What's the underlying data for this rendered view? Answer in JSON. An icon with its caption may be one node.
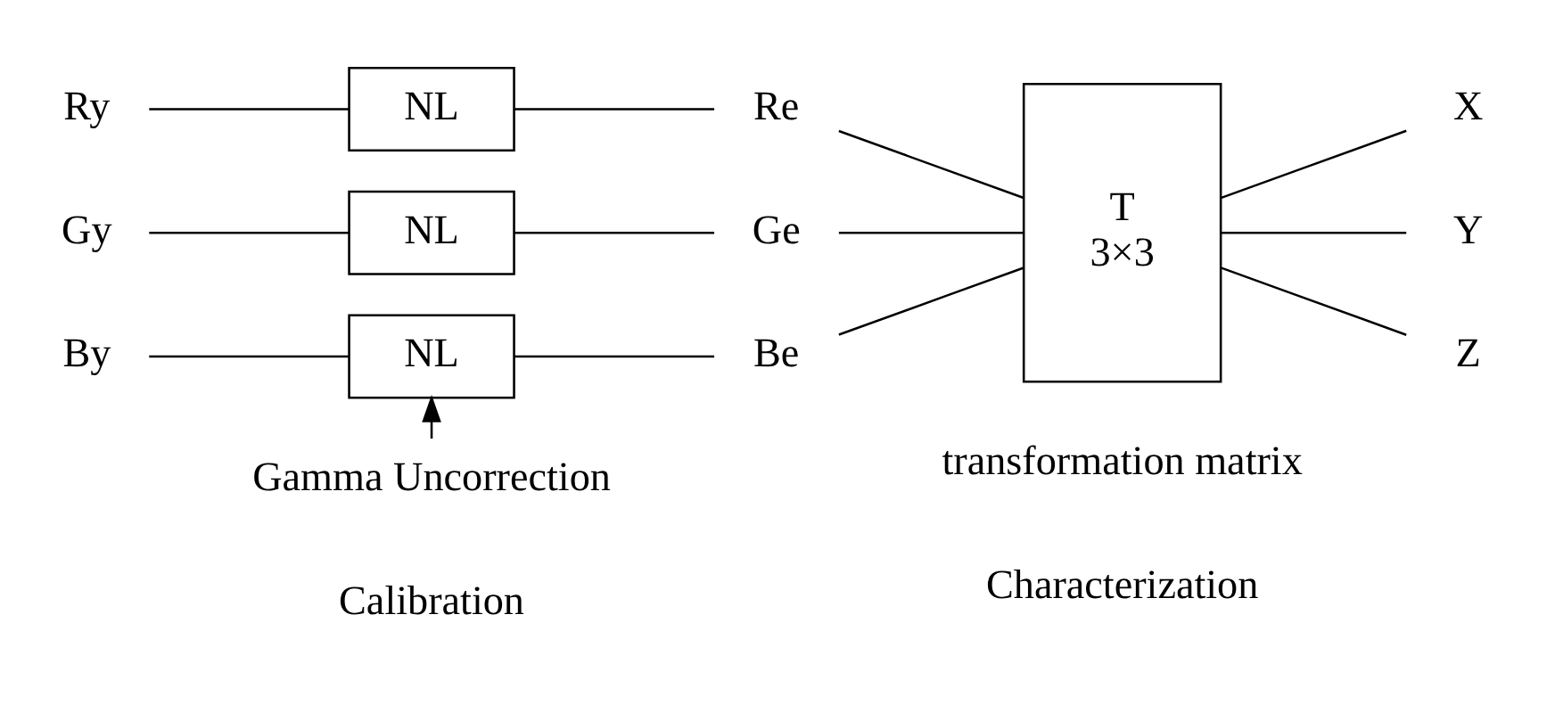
{
  "diagram": {
    "nodes": [
      {
        "text": [
          "Ry"
        ]
      },
      {
        "text": [
          "NL"
        ]
      },
      {
        "text": [
          "Re"
        ]
      },
      {
        "text": [
          "Gy"
        ]
      },
      {
        "text": [
          "NL"
        ]
      },
      {
        "text": [
          "Ge"
        ]
      },
      {
        "text": [
          "By"
        ]
      },
      {
        "text": [
          "NL"
        ]
      },
      {
        "text": [
          "Be"
        ]
      },
      {
        "text": [
          "T",
          "3×3"
        ],
        "beside": [
          "transformation matrix"
        ]
      },
      {
        "text": [
          "X"
        ]
      },
      {
        "text": [
          "Y"
        ]
      },
      {
        "text": [
          "Z"
        ]
      },
      {
        "text": [
          "Gamma Uncorrection"
        ]
      }
    ],
    "edges": [
      {
        "from": 0,
        "to": 1,
        "arrow": "none"
      },
      {
        "from": 1,
        "to": 2,
        "arrow": "none"
      },
      {
        "from": 3,
        "to": 4,
        "arrow": "none"
      },
      {
        "from": 4,
        "to": 5,
        "arrow": "none"
      },
      {
        "from": 6,
        "to": 7,
        "arrow": "none"
      },
      {
        "from": 7,
        "to": 8,
        "arrow": "none"
      },
      {
        "from": 2,
        "to": 9,
        "arrow": "none"
      },
      {
        "from": 5,
        "to": 9,
        "arrow": "none"
      },
      {
        "from": 8,
        "to": 9,
        "arrow": "none"
      },
      {
        "from": 9,
        "to": 10,
        "arrow": "none"
      },
      {
        "from": 9,
        "to": 11,
        "arrow": "none"
      },
      {
        "from": 9,
        "to": 12,
        "arrow": "none"
      },
      {
        "from": 13,
        "to": 7,
        "arrow": "to"
      }
    ],
    "labels": [
      "Calibration",
      "Characterization"
    ]
  }
}
